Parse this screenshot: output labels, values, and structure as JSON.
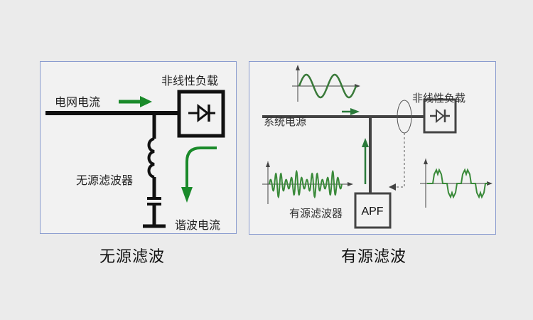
{
  "passive": {
    "caption": "无源滤波",
    "labels": {
      "grid_current": "电网电流",
      "nonlinear_load": "非线性负载",
      "passive_filter": "无源滤波器",
      "harmonic_current": "谐波电流"
    }
  },
  "active": {
    "caption": "有源滤波",
    "labels": {
      "system_source": "系统电源",
      "nonlinear_load": "非线性负载",
      "active_filter": "有源滤波器",
      "apf": "APF"
    }
  },
  "colors": {
    "wire": "#111111",
    "wire_right": "#444444",
    "arrow_green": "#1a8a2a",
    "wave_green": "#3a8a3a",
    "panel_border": "#8a9ccf"
  }
}
